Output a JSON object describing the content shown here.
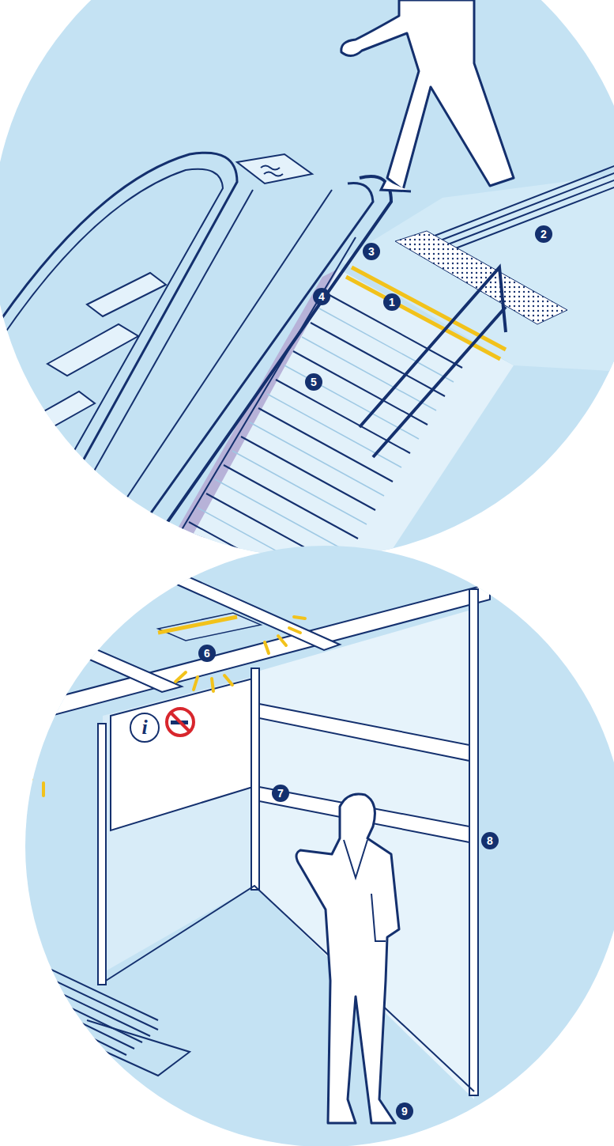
{
  "diagram": {
    "labels": [
      "1",
      "2",
      "3",
      "4",
      "5",
      "i",
      "6",
      "7",
      "8",
      "9"
    ]
  }
}
